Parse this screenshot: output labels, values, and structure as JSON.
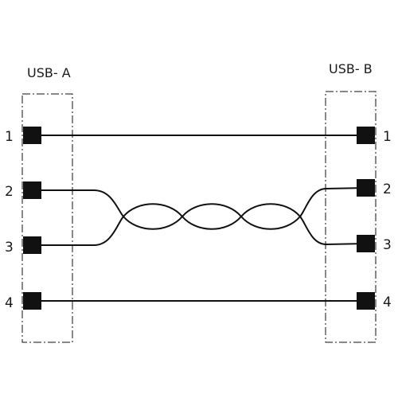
{
  "connector_a": {
    "label": "USB- A",
    "pins": [
      "1",
      "2",
      "3",
      "4"
    ]
  },
  "connector_b": {
    "label": "USB- B",
    "pins": [
      "1",
      "2",
      "3",
      "4"
    ]
  },
  "wires": [
    {
      "from": "1",
      "to": "1",
      "type": "straight"
    },
    {
      "from": "2",
      "to": "2",
      "type": "twisted"
    },
    {
      "from": "3",
      "to": "3",
      "type": "twisted"
    },
    {
      "from": "4",
      "to": "4",
      "type": "straight"
    }
  ],
  "colors": {
    "line": "#111111",
    "background": "#ffffff"
  }
}
